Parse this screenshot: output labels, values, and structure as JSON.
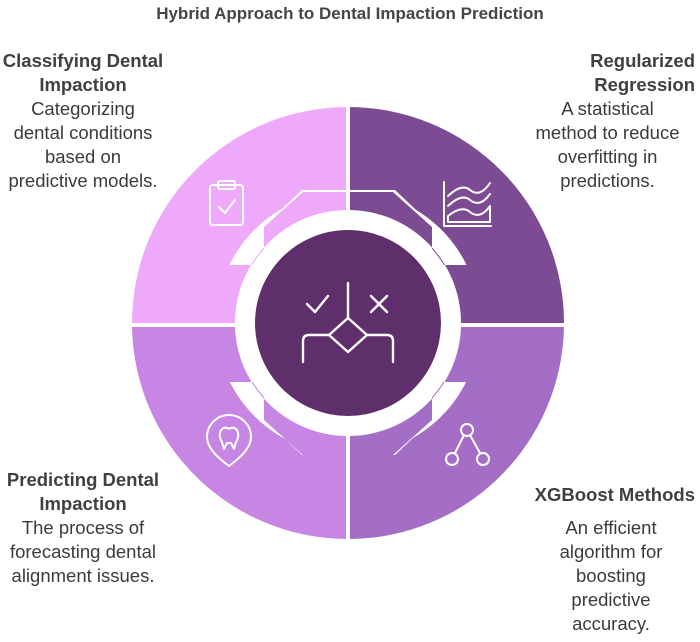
{
  "title": "Hybrid Approach to Dental Impaction Prediction",
  "colors": {
    "top_left": "#efa9fb",
    "top_right": "#7c4b94",
    "bottom_right": "#a56ec6",
    "bottom_left": "#c785e4",
    "center": "#5e2f6a"
  },
  "sections": {
    "top_left": {
      "heading_lines": [
        "Classifying Dental",
        "Impaction"
      ],
      "description_lines": [
        "Categorizing",
        "dental conditions",
        "based on",
        "predictive models."
      ],
      "icon": "clipboard-check-icon"
    },
    "top_right": {
      "heading_lines": [
        "Regularized",
        "Regression"
      ],
      "description_lines": [
        "A statistical",
        "method to reduce",
        "overfitting in",
        "predictions."
      ],
      "icon": "area-chart-icon"
    },
    "bottom_left": {
      "heading_lines": [
        "Predicting Dental",
        "Impaction"
      ],
      "description_lines": [
        "The process of",
        "forecasting dental",
        "alignment issues."
      ],
      "icon": "tooth-pin-icon"
    },
    "bottom_right": {
      "heading": "XGBoost Methods",
      "description_lines": [
        "An efficient",
        "algorithm for",
        "boosting",
        "predictive",
        "accuracy."
      ],
      "icon": "tree-nodes-icon"
    },
    "center": {
      "icon": "decision-branch-icon"
    }
  }
}
